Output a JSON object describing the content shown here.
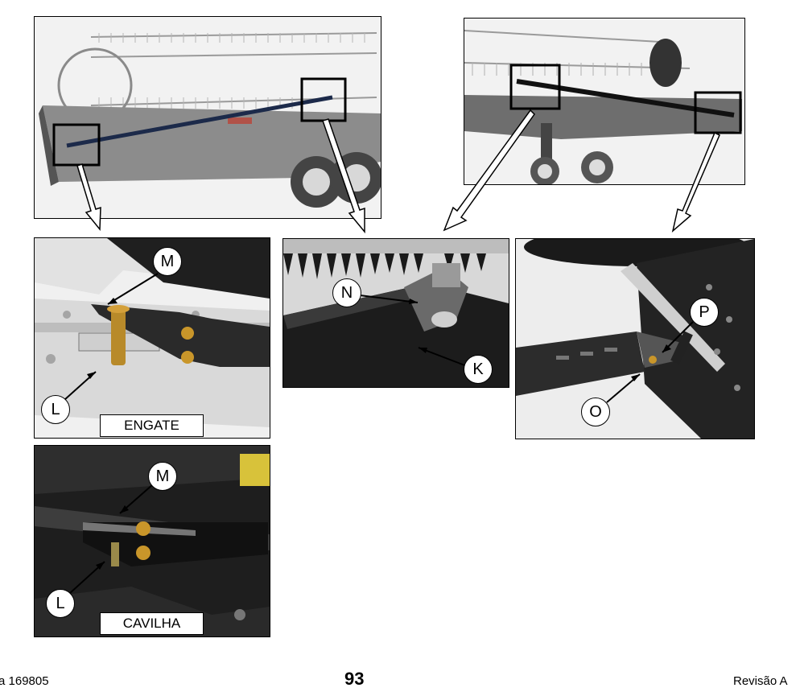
{
  "callouts": {
    "M1": "M",
    "L1": "L",
    "N": "N",
    "K": "K",
    "P": "P",
    "O": "O",
    "M2": "M",
    "L2": "L"
  },
  "captions": {
    "engate": "ENGATE",
    "cavilha": "CAVILHA"
  },
  "footer": {
    "left": "a 169805",
    "page": "93",
    "right": "Revisão A"
  }
}
